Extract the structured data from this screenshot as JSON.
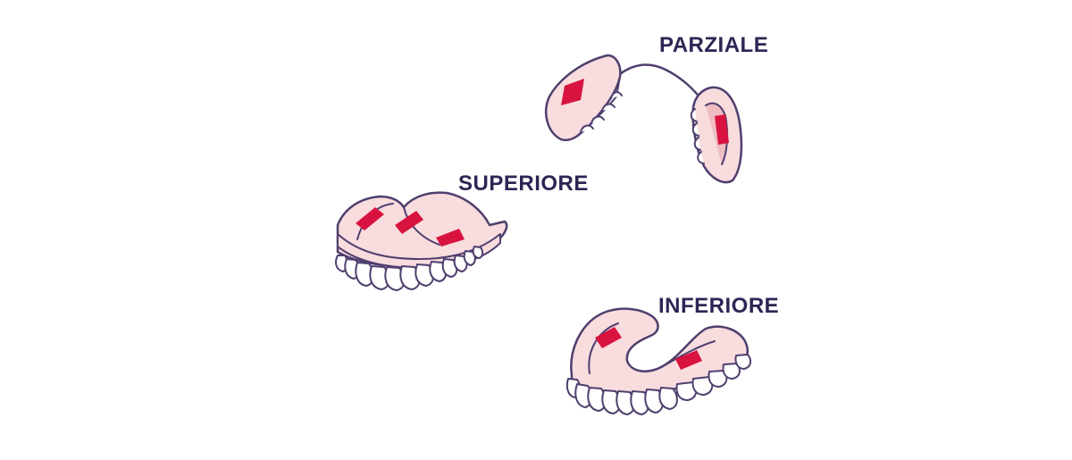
{
  "labels": {
    "parziale": "PARZIALE",
    "superiore": "SUPERIORE",
    "inferiore": "INFERIORE"
  },
  "colors": {
    "outline": "#4f3f6e",
    "gum": "#f8dcde",
    "gum_shade": "#efbcc3",
    "adhesive": "#d8133f",
    "tooth": "#ffffff",
    "label_text": "#2c2654"
  },
  "illustrations": [
    {
      "name": "partial-denture",
      "label_key": "parziale"
    },
    {
      "name": "upper-denture",
      "label_key": "superiore"
    },
    {
      "name": "lower-denture",
      "label_key": "inferiore"
    }
  ]
}
